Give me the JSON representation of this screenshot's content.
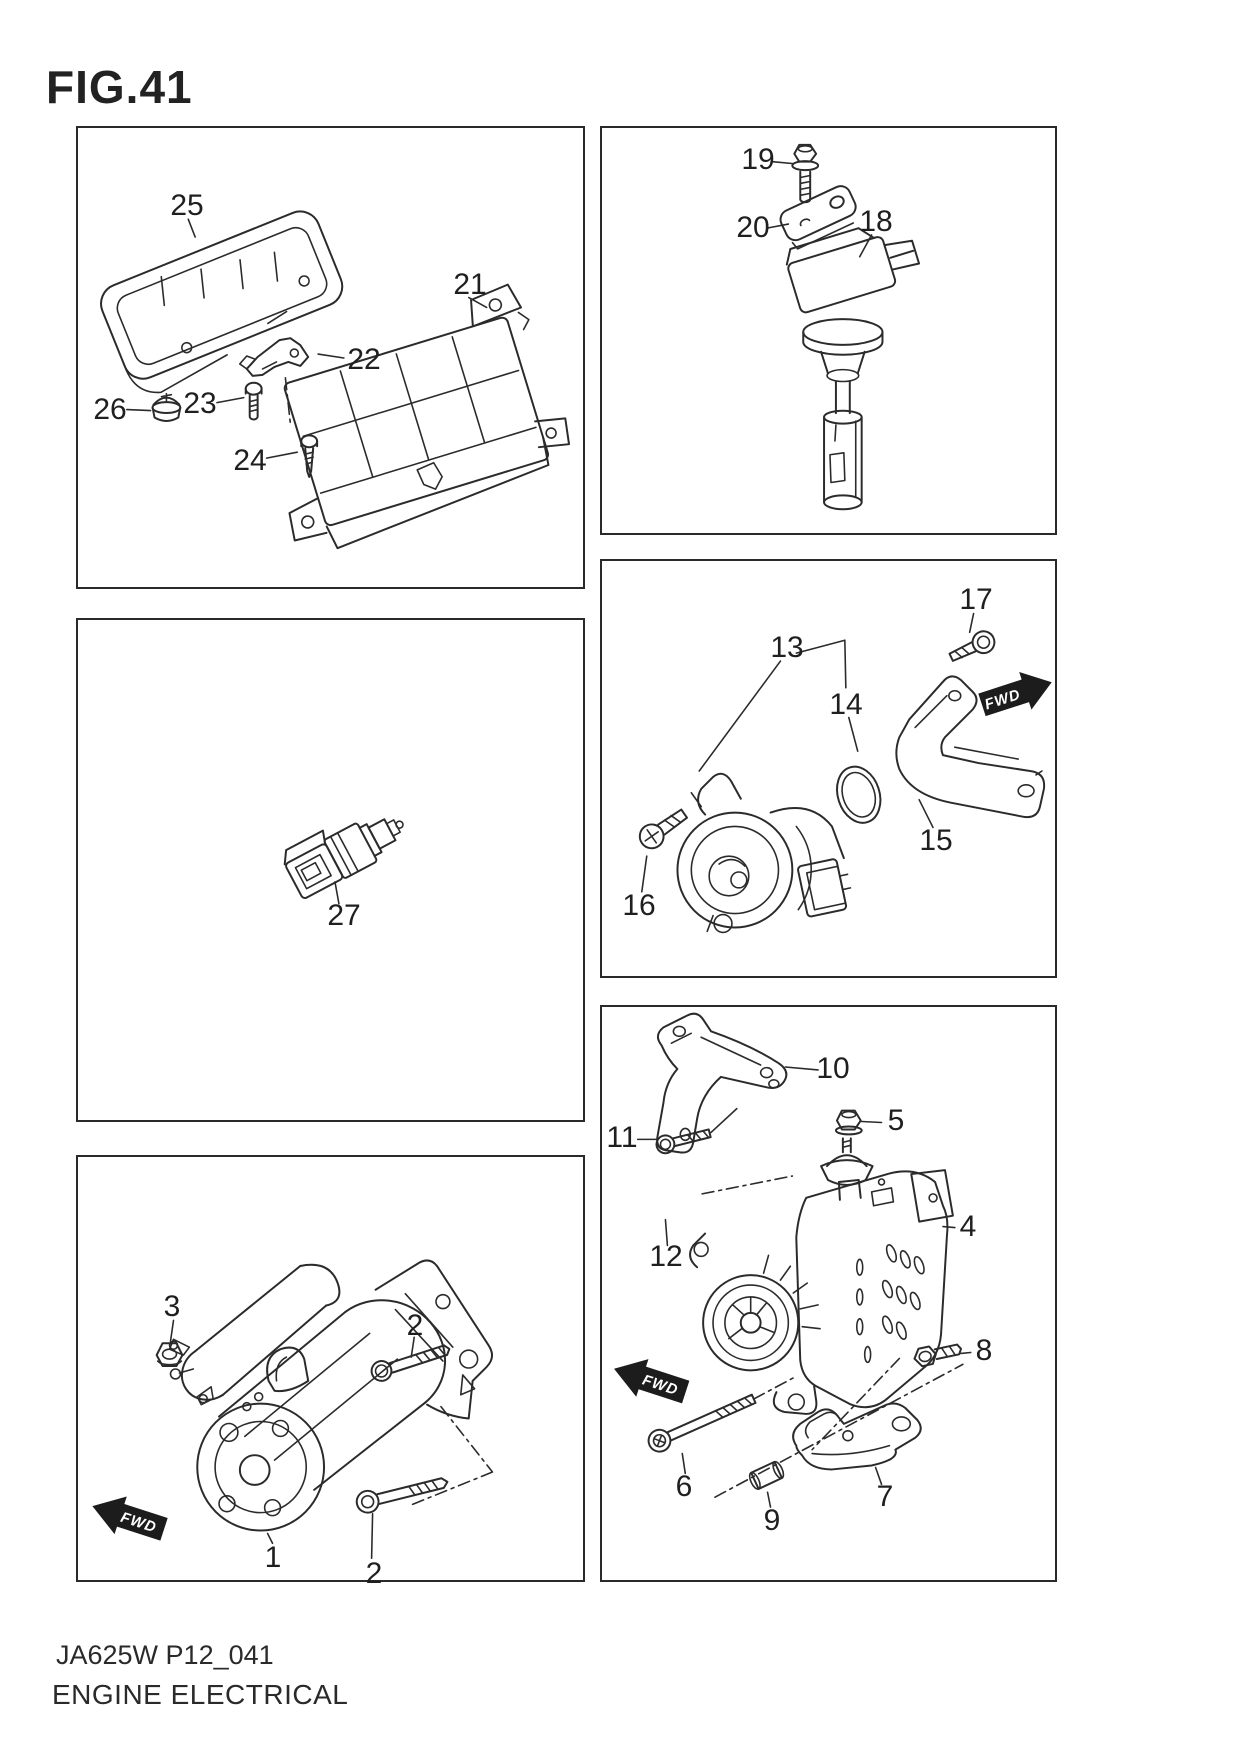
{
  "title": "FIG.41",
  "fwd_marker": "FWD",
  "footer": {
    "code": "JA625W P12_041",
    "name": "ENGINE ELECTRICAL"
  },
  "labels": {
    "p1": "1",
    "p2": "2",
    "p3": "3",
    "p4": "4",
    "p5": "5",
    "p6": "6",
    "p7": "7",
    "p8": "8",
    "p9": "9",
    "p10": "10",
    "p11": "11",
    "p12": "12",
    "p13": "13",
    "p14": "14",
    "p15": "15",
    "p16": "16",
    "p17": "17",
    "p18": "18",
    "p19": "19",
    "p20": "20",
    "p21": "21",
    "p22": "22",
    "p23": "23",
    "p24": "24",
    "p25": "25",
    "p26": "26",
    "p27": "27"
  }
}
